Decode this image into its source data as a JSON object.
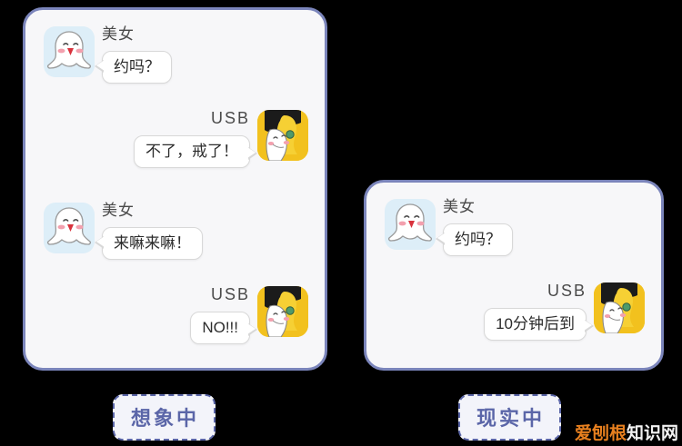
{
  "theme": {
    "background": "#000000",
    "card_bg": "#f7f7f9",
    "card_border": "#7b85bb",
    "bubble_bg": "#ffffff",
    "bubble_border": "#d8d8d8",
    "text": "#2b2b2b",
    "caption_color": "#5b66a8",
    "caption_bg": "#f3f4fa",
    "avatar_ghost_bg": "#ddeef8",
    "avatar_usb_bg": "#f2c11e",
    "watermark_orange": "#e8801f",
    "watermark_white": "#f2f2f2"
  },
  "panels": [
    {
      "id": "imagination",
      "caption": "想象中",
      "messages": [
        {
          "side": "left",
          "sender": "美女",
          "avatar": "ghost-avatar",
          "text": "约吗？"
        },
        {
          "side": "right",
          "sender": "USB",
          "avatar": "usb-avatar",
          "text": "不了，戒了！"
        },
        {
          "side": "left",
          "sender": "美女",
          "avatar": "ghost-avatar",
          "text": "来嘛来嘛！"
        },
        {
          "side": "right",
          "sender": "USB",
          "avatar": "usb-avatar",
          "text": "NO!!!"
        }
      ]
    },
    {
      "id": "reality",
      "caption": "现实中",
      "messages": [
        {
          "side": "left",
          "sender": "美女",
          "avatar": "ghost-avatar",
          "text": "约吗？"
        },
        {
          "side": "right",
          "sender": "USB",
          "avatar": "usb-avatar",
          "text": "10分钟后到"
        }
      ]
    }
  ],
  "watermark": {
    "part1": "爱刨根",
    "part2": "知识网"
  }
}
